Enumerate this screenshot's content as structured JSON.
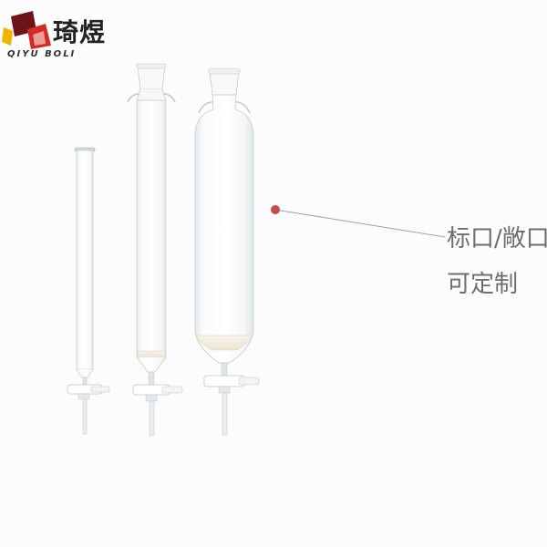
{
  "logo": {
    "name_cn": "琦煜",
    "name_en": "QIYU BOLI",
    "colors": {
      "mark_dark": "#6b1518",
      "mark_red": "#d32a23",
      "mark_yellow": "#f2b400"
    }
  },
  "callout": {
    "line1": "标口/敞口",
    "line2": "可定制",
    "dot_color": "#c94a4a",
    "line_color": "#8fa6b8"
  },
  "products": {
    "items": [
      "narrow-open-column",
      "jointed-straight-column",
      "jointed-reservoir-column"
    ]
  }
}
